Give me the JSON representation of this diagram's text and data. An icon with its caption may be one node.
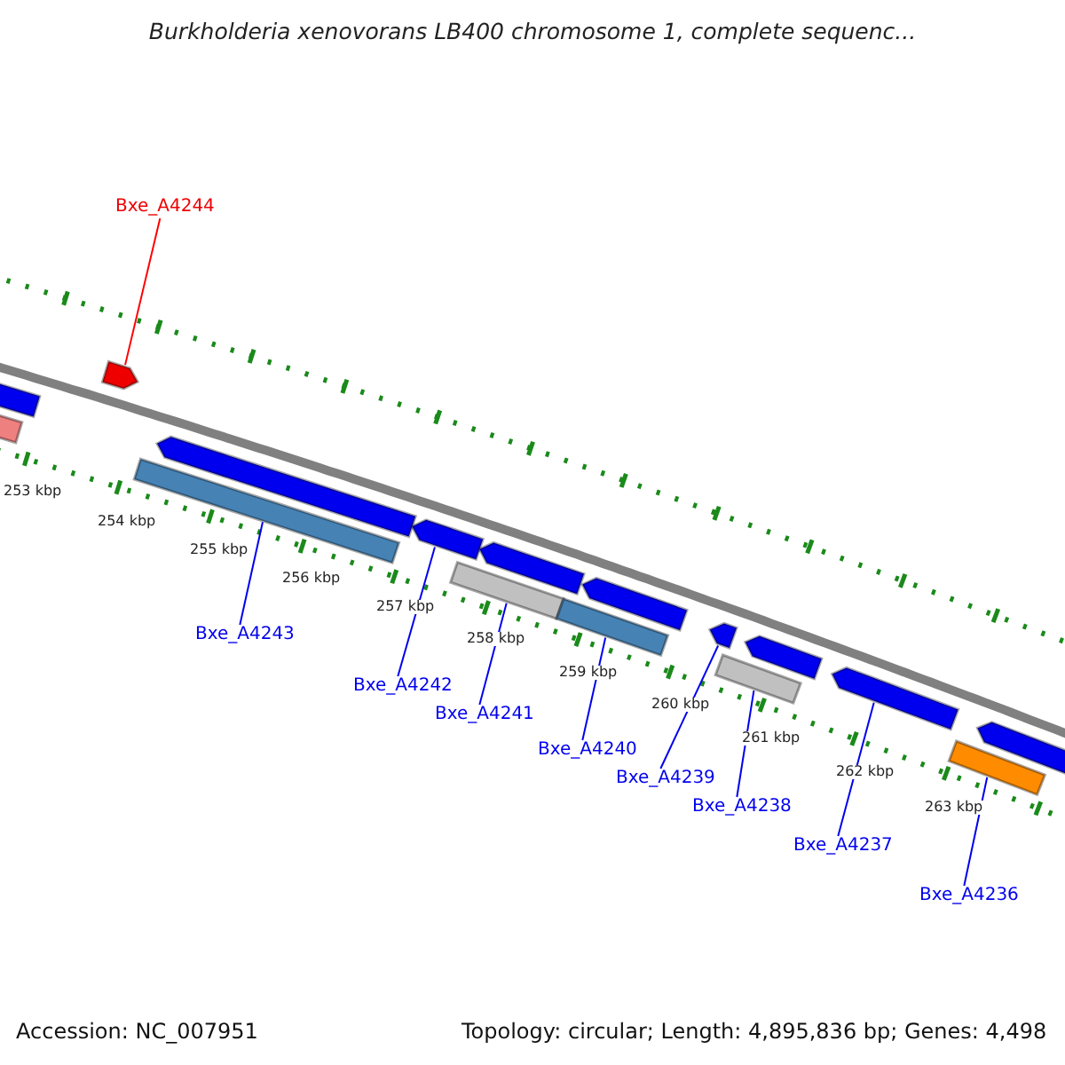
{
  "diagram": {
    "title": "Burkholderia xenovorans LB400 chromosome 1, complete sequenc...",
    "nodes": [
      {
        "text": [
          "Bxe_A4244"
        ]
      },
      {
        "text": [
          "Bxe_A4243"
        ]
      },
      {
        "text": [
          "Bxe_A4242"
        ]
      },
      {
        "text": [
          "Bxe_A4241"
        ]
      },
      {
        "text": [
          "Bxe_A4240"
        ]
      },
      {
        "text": [
          "Bxe_A4239"
        ]
      },
      {
        "text": [
          "Bxe_A4238"
        ]
      },
      {
        "text": [
          "Bxe_A4237"
        ]
      },
      {
        "text": [
          "Bxe_A4236"
        ]
      },
      {
        "text": [],
        "shape": "arrow"
      },
      {
        "text": [],
        "shape": "bar"
      },
      {
        "text": [],
        "shape": "arrow"
      },
      {
        "text": [],
        "shape": "bar"
      },
      {
        "text": [],
        "shape": "arrow"
      },
      {
        "text": [],
        "shape": "arrow"
      },
      {
        "text": [],
        "shape": "bar"
      },
      {
        "text": [],
        "shape": "arrow"
      },
      {
        "text": [],
        "shape": "bar"
      },
      {
        "text": [],
        "shape": "arrow"
      },
      {
        "text": [],
        "shape": "arrow"
      },
      {
        "text": [],
        "shape": "bar"
      },
      {
        "text": [],
        "shape": "arrow"
      },
      {
        "text": [],
        "shape": "arrow"
      },
      {
        "text": [],
        "shape": "bar"
      },
      {
        "text": [],
        "shape": "arrow"
      }
    ],
    "edges": [
      {
        "from": 0,
        "to": 11,
        "arrow": "none",
        "color": "#ff0000"
      },
      {
        "from": 1,
        "to": 12,
        "arrow": "none"
      },
      {
        "from": 2,
        "to": 14,
        "arrow": "none"
      },
      {
        "from": 3,
        "to": 15,
        "arrow": "none"
      },
      {
        "from": 4,
        "to": 17,
        "arrow": "none"
      },
      {
        "from": 5,
        "to": 19,
        "arrow": "none"
      },
      {
        "from": 6,
        "to": 20,
        "arrow": "none"
      },
      {
        "from": 7,
        "to": 22,
        "arrow": "none"
      },
      {
        "from": 8,
        "to": 23,
        "arrow": "none"
      }
    ],
    "labels": [
      "253 kbp",
      "254 kbp",
      "255 kbp",
      "256 kbp",
      "257 kbp",
      "258 kbp",
      "259 kbp",
      "260 kbp",
      "261 kbp",
      "262 kbp",
      "263 kbp",
      "Accession: NC_007951",
      "Topology: circular; Length: 4,895,836 bp; Genes: 4,498"
    ]
  }
}
